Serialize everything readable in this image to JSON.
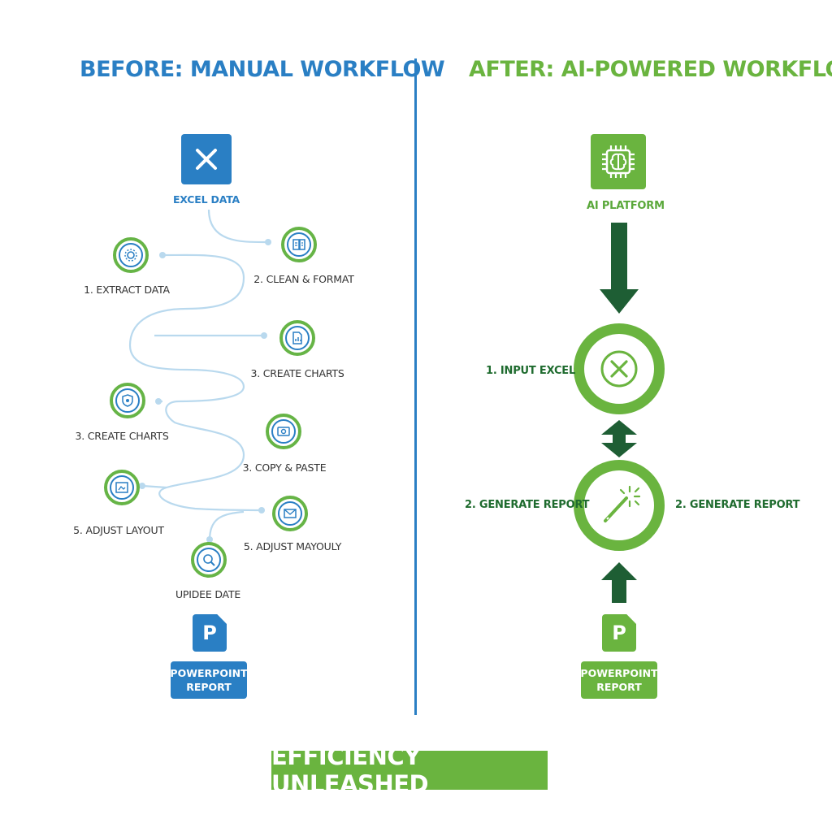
{
  "before": {
    "title": "BEFORE: MANUAL WORKFLOW",
    "source_label": "EXCEL DATA",
    "steps": [
      "1. EXTRACT DATA",
      "2. CLEAN & FORMAT",
      "3. CREATE CHARTS",
      "3. CREATE CHARTS",
      "3. COPY & PASTE",
      "5. ADJUST LAYOUT",
      "5. ADJUST MAYOULY",
      "UPIDEE DATE"
    ],
    "output_letter": "P",
    "output_label_1": "POWERPOINT",
    "output_label_2": "REPORT"
  },
  "after": {
    "title": "AFTER: AI-POWERED WORKFLOW",
    "platform_label": "AI PLATFORM",
    "step1": "1. INPUT EXCEL",
    "step2_left": "2. GENERATE REPORT",
    "step2_right": "2. GENERATE REPORT",
    "output_letter": "P",
    "output_label_1": "POWERPOINT",
    "output_label_2": "REPORT"
  },
  "footer": "EFFICIENCY UNLEASHED",
  "colors": {
    "blue": "#2a7fc4",
    "green": "#6ab43f",
    "dark_green": "#1e5e34",
    "line": "#b9d9ee"
  }
}
